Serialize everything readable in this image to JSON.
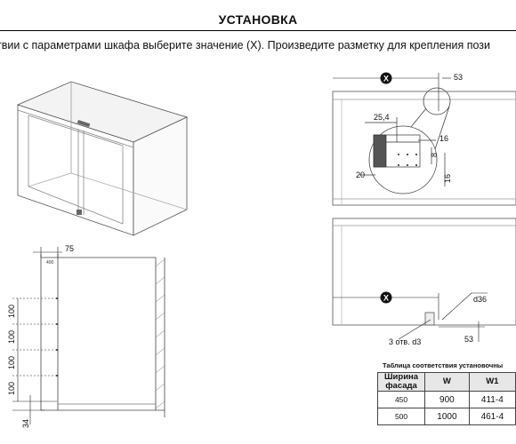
{
  "header": {
    "title": "УСТАНОВКА",
    "instruction": "твии с параметрами шкафа выберите значение (X). Произведите разметку для крепления пози"
  },
  "side_view": {
    "top_dim": "75",
    "label_top": "400",
    "spacings": [
      "100",
      "100",
      "100",
      "100"
    ],
    "bottom_dim": "34"
  },
  "detail_top": {
    "x_label": "X",
    "dim_53": "53",
    "dim_25_4": "25,4",
    "dim_16a": "16",
    "dim_8": "8",
    "dim_20": "20",
    "dim_16b": "16"
  },
  "detail_bottom": {
    "x_label": "X",
    "d36": "d36",
    "holes": "3 отв. d3",
    "dim_53": "53"
  },
  "table": {
    "caption": "Таблица соответствия установочны",
    "headers": [
      "Ширина фасада",
      "W",
      "W1"
    ],
    "rows": [
      [
        "450",
        "900",
        "411-4"
      ],
      [
        "500",
        "1000",
        "461-4"
      ]
    ]
  }
}
